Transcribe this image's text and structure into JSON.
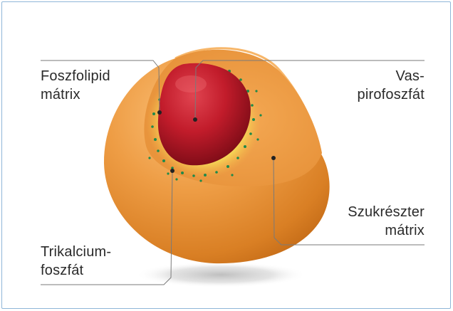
{
  "labels": {
    "phospholipid": [
      "Foszfolipid",
      "mátrix"
    ],
    "iron": [
      "Vas-",
      "pirofoszfát"
    ],
    "sucrose": [
      "Szukrészter",
      "mátrix"
    ],
    "calcium": [
      "Trikalcium-",
      "foszfát"
    ]
  },
  "colors": {
    "frame": "#8fb6d8",
    "shell": "#e9953c",
    "core": "#c7202e",
    "coating": "#f2df5c",
    "dots": "#1f8a4a",
    "leader": "#7a7a7a"
  }
}
